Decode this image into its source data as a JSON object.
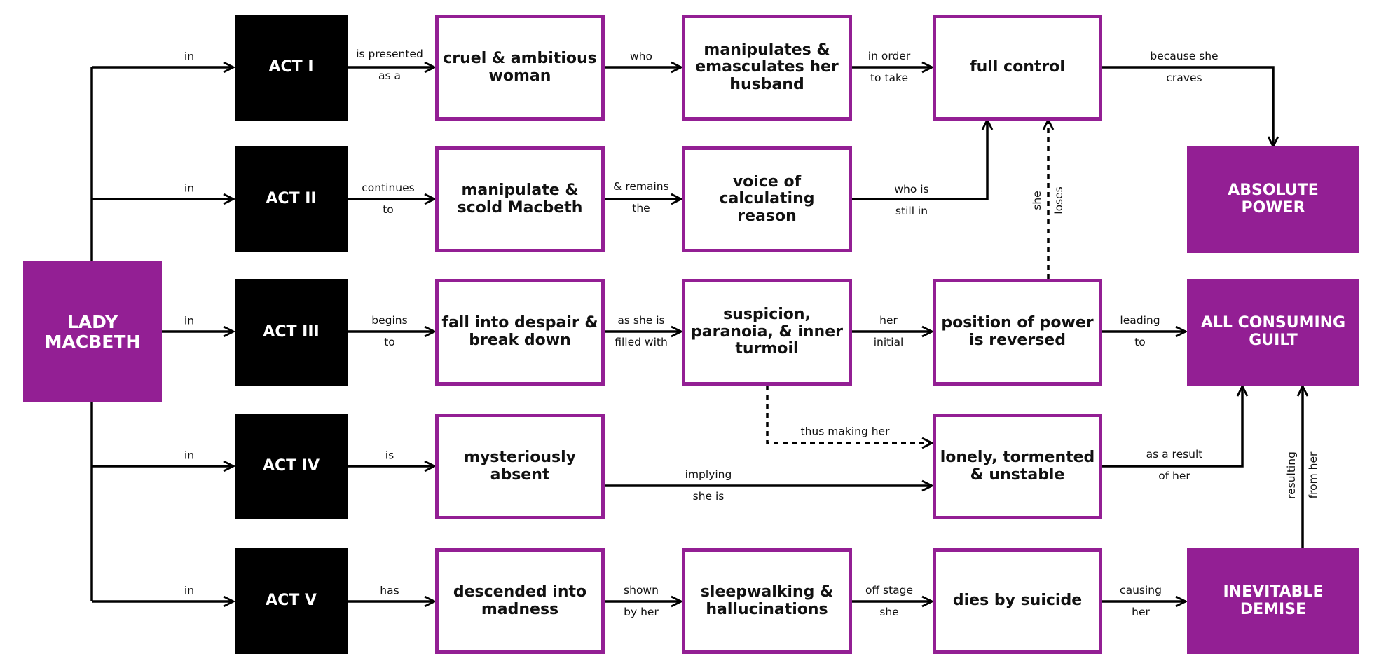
{
  "colors": {
    "accent": "#931f94",
    "act_fill": "#000000",
    "line": "#000000"
  },
  "nodes": {
    "lady": "LADY\nMACBETH",
    "act1": "ACT I",
    "act2": "ACT II",
    "act3": "ACT III",
    "act4": "ACT IV",
    "act5": "ACT V",
    "cruel": "cruel & ambitious\nwoman",
    "manipulates": "manipulates &\nemasculates her\nhusband",
    "full_control": "full control",
    "manipulate_scold": "manipulate &\nscold Macbeth",
    "voice": "voice of\ncalculating\nreason",
    "despair": "fall into despair &\nbreak down",
    "suspicion": "suspicion,\nparanoia, & inner\nturmoil",
    "position": "position of power\nis reversed",
    "absent": "mysteriously\nabsent",
    "lonely": "lonely, tormented\n& unstable",
    "madness": "descended into\nmadness",
    "sleepwalking": "sleepwalking &\nhallucinations",
    "suicide": "dies by suicide",
    "absolute_power": "ABSOLUTE\nPOWER",
    "guilt": "ALL CONSUMING\nGUILT",
    "demise": "INEVITABLE\nDEMISE"
  },
  "edges": {
    "in1": "in",
    "in2": "in",
    "in3": "in",
    "in4": "in",
    "in5": "in",
    "presented": "is presented\nas a",
    "who": "who",
    "in_order": "in order\nto take",
    "because": "because she\ncraves",
    "continues": "continues\nto",
    "remains": "& remains\nthe",
    "who_is": "who is\nstill in",
    "she_loses": "she\nloses",
    "begins": "begins\nto",
    "as_she_is": "as she is\nfilled with",
    "her_initial": "her\ninitial",
    "leading": "leading\nto",
    "thus_making": "thus making her",
    "is": "is",
    "implying": "implying\nshe is",
    "as_a_result": "as a result\nof her",
    "resulting": "resulting\nfrom her",
    "has": "has",
    "shown": "shown\nby her",
    "off_stage": "off stage\nshe",
    "causing": "causing\nher"
  }
}
